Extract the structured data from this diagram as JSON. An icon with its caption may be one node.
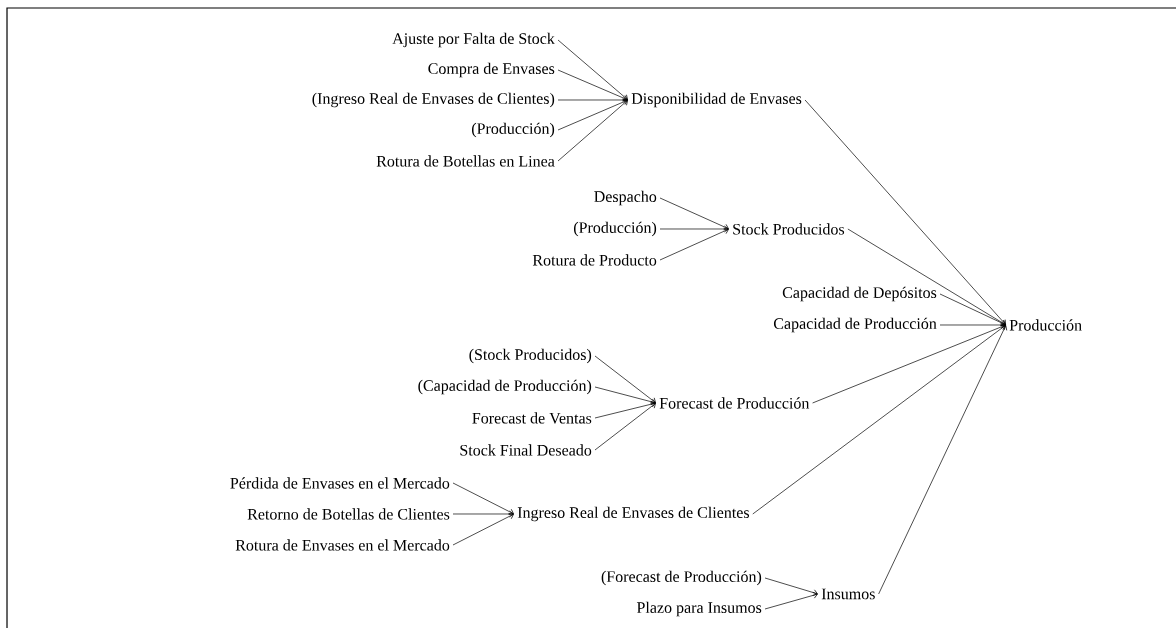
{
  "diagram": {
    "nodes": [
      {
        "text": [
          "Ajuste por Falta de Stock"
        ]
      },
      {
        "text": [
          "Compra de Envases"
        ]
      },
      {
        "text": [
          "(Ingreso Real de Envases de Clientes)"
        ]
      },
      {
        "text": [
          "(Producción)"
        ]
      },
      {
        "text": [
          "Rotura de Botellas en Linea"
        ]
      },
      {
        "text": [
          "Disponibilidad de Envases"
        ]
      },
      {
        "text": [
          "Despacho"
        ]
      },
      {
        "text": [
          "(Producción)"
        ]
      },
      {
        "text": [
          "Rotura de Producto"
        ]
      },
      {
        "text": [
          "Stock Producidos"
        ]
      },
      {
        "text": [
          "Capacidad de Depósitos"
        ]
      },
      {
        "text": [
          "Capacidad de Producción"
        ]
      },
      {
        "text": [
          "Producción"
        ]
      },
      {
        "text": [
          "(Stock Producidos)"
        ]
      },
      {
        "text": [
          "(Capacidad de Producción)"
        ]
      },
      {
        "text": [
          "Forecast de Ventas"
        ]
      },
      {
        "text": [
          "Stock Final Deseado"
        ]
      },
      {
        "text": [
          "Forecast de Producción"
        ]
      },
      {
        "text": [
          "Pérdida de Envases en el Mercado"
        ]
      },
      {
        "text": [
          "Retorno de Botellas de Clientes"
        ]
      },
      {
        "text": [
          "Rotura de Envases en el Mercado"
        ]
      },
      {
        "text": [
          "Ingreso Real de Envases de Clientes"
        ]
      },
      {
        "text": [
          "(Forecast de Producción)"
        ]
      },
      {
        "text": [
          "Plazo para Insumos"
        ]
      },
      {
        "text": [
          "Insumos"
        ]
      }
    ],
    "edges": [
      {
        "from": 0,
        "to": 5,
        "arrow": "to"
      },
      {
        "from": 1,
        "to": 5,
        "arrow": "to"
      },
      {
        "from": 2,
        "to": 5,
        "arrow": "to"
      },
      {
        "from": 3,
        "to": 5,
        "arrow": "to"
      },
      {
        "from": 4,
        "to": 5,
        "arrow": "to"
      },
      {
        "from": 6,
        "to": 9,
        "arrow": "to"
      },
      {
        "from": 7,
        "to": 9,
        "arrow": "to"
      },
      {
        "from": 8,
        "to": 9,
        "arrow": "to"
      },
      {
        "from": 5,
        "to": 12,
        "arrow": "to"
      },
      {
        "from": 9,
        "to": 12,
        "arrow": "to"
      },
      {
        "from": 10,
        "to": 12,
        "arrow": "to"
      },
      {
        "from": 11,
        "to": 12,
        "arrow": "to"
      },
      {
        "from": 17,
        "to": 12,
        "arrow": "to"
      },
      {
        "from": 21,
        "to": 12,
        "arrow": "to"
      },
      {
        "from": 24,
        "to": 12,
        "arrow": "to"
      },
      {
        "from": 13,
        "to": 17,
        "arrow": "to"
      },
      {
        "from": 14,
        "to": 17,
        "arrow": "to"
      },
      {
        "from": 15,
        "to": 17,
        "arrow": "to"
      },
      {
        "from": 16,
        "to": 17,
        "arrow": "to"
      },
      {
        "from": 18,
        "to": 21,
        "arrow": "to"
      },
      {
        "from": 19,
        "to": 21,
        "arrow": "to"
      },
      {
        "from": 20,
        "to": 21,
        "arrow": "to"
      },
      {
        "from": 22,
        "to": 24,
        "arrow": "to"
      },
      {
        "from": 23,
        "to": 24,
        "arrow": "to"
      }
    ]
  }
}
